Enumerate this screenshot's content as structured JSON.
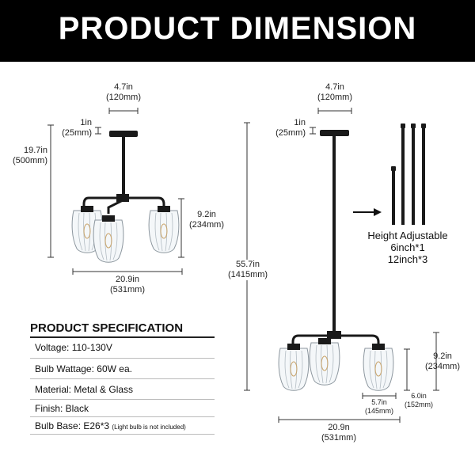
{
  "banner": {
    "title": "PRODUCT DIMENSION"
  },
  "left_dims": {
    "canopy_width": "4.7in\n(120mm)",
    "canopy_height": "1in\n(25mm)",
    "height": "19.7in\n(500mm)",
    "shade_height": "9.2in\n(234mm)",
    "width": "20.9in\n(531mm)"
  },
  "right_dims": {
    "canopy_width": "4.7in\n(120mm)",
    "canopy_height": "1in\n(25mm)",
    "height": "55.7in\n(1415mm)",
    "shade_height": "9.2in\n(234mm)",
    "shade_width": "5.7in\n(145mm)",
    "shade_depth": "6.0in\n(152mm)",
    "width": "20.9n\n(531mm)"
  },
  "rods": {
    "title": "Height Adjustable",
    "line1": "6inch*1",
    "line2": "12inch*3"
  },
  "spec": {
    "title": "PRODUCT SPECIFICATION",
    "voltage": "Voltage: 110-130V",
    "wattage": "Bulb Wattage: 60W ea.",
    "material": "Material: Metal & Glass",
    "finish": "Finish: Black",
    "base": "Bulb Base: E26*3",
    "base_note": "(Light bulb is not included)"
  },
  "colors": {
    "banner": "#000000",
    "fixture": "#1a1a1a",
    "glass": "#cfd6dc"
  }
}
